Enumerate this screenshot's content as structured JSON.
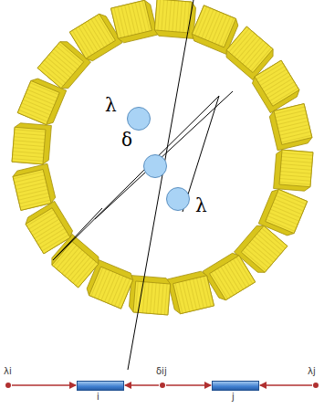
{
  "diagram": {
    "nodes": [
      {
        "text": [
          "λ"
        ]
      },
      {
        "text": [
          "δ"
        ]
      },
      {
        "text": [
          "λ"
        ]
      },
      {
        "text": [
          "λi"
        ]
      },
      {
        "text": [
          "i"
        ]
      },
      {
        "text": [
          "δij"
        ]
      },
      {
        "text": [
          "j"
        ]
      },
      {
        "text": [
          "λj"
        ]
      }
    ],
    "edges": [
      {
        "from": 3,
        "to": 4,
        "arrow": "to"
      },
      {
        "from": 5,
        "to": 4,
        "arrow": "to"
      },
      {
        "from": 5,
        "to": 6,
        "arrow": "to"
      },
      {
        "from": 7,
        "to": 6,
        "arrow": "to"
      }
    ]
  }
}
